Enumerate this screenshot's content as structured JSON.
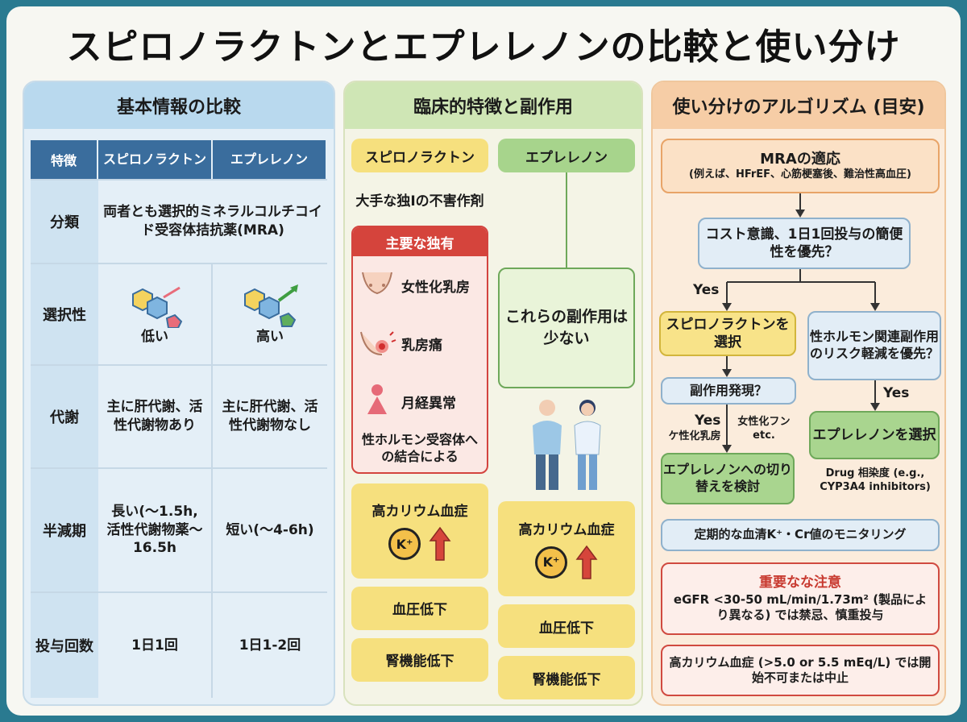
{
  "title": "スピロノラクトンとエプレレノンの比較と使い分け",
  "panel1": {
    "heading": "基本情報の比較",
    "headers": [
      "特徴",
      "スピロノラクトン",
      "エプレレノン"
    ],
    "rows": [
      {
        "label": "分類",
        "merged": "両者とも選択的ミネラルコルチコイド受容体拮抗薬(MRA)"
      },
      {
        "label": "選択性",
        "a": "低い",
        "b": "高い"
      },
      {
        "label": "代謝",
        "a": "主に肝代謝、活性代謝物あり",
        "b": "主に肝代謝、活性代謝物なし"
      },
      {
        "label": "半減期",
        "a": "長い(〜1.5h,活性代謝物薬〜16.5h",
        "b": "短い(〜4-6h)"
      },
      {
        "label": "投与回数",
        "a": "1日1回",
        "b": "1日1-2回"
      }
    ]
  },
  "panel2": {
    "heading": "臨床的特徴と副作用",
    "left": {
      "drug": "スピロノラクトン",
      "intro": "大手な独Iの不害作剤",
      "unique_title": "主要な独有",
      "effects": [
        "女性化乳房",
        "乳房痛",
        "月経異常"
      ],
      "reason": "性ホルモン受容体への結合による",
      "common": [
        "高カリウム血症",
        "血圧低下",
        "腎機能低下"
      ]
    },
    "right": {
      "drug": "エプレレノン",
      "note": "これらの副作用は少ない",
      "common": [
        "高カリウム血症",
        "血圧低下",
        "腎機能低下"
      ]
    },
    "k_symbol": "K⁺"
  },
  "panel3": {
    "heading": "使い分けのアルゴリズム (目安)",
    "indication_title": "MRAの適応",
    "indication_sub": "(例えば、HFrEF、心筋梗塞後、難治性高血圧)",
    "question1": "コスト意識、1日1回投与の簡便性を優先？",
    "yes1": "Yes",
    "choose_spiro": "スピロノラクトンを選択",
    "priority_sex": "性ホルモン関連副作用のリスク軽減を優先？",
    "question2": "副作用発現？",
    "yes2": "Yes",
    "yes2_note": "ケ性化乳房",
    "side_note": "女性化フンetc.",
    "yes3": "Yes",
    "choose_epl": "エプレレノンを選択",
    "switch": "エプレレノンへの切り替えを検討",
    "drug_note": "Drug 相染度 (e.g., CYP3A4 inhibitors)",
    "monitor": "定期的な血清K⁺・Cr値のモニタリング",
    "warn_title": "重要なな注意",
    "warn_text": "eGFR <30-50 mL/min/1.73m² (製品により異なる) では禁忌、慎重投与",
    "stop_text": "高カリウム血症 (>5.0 or 5.5 mEq/L) では開始不可または中止"
  }
}
